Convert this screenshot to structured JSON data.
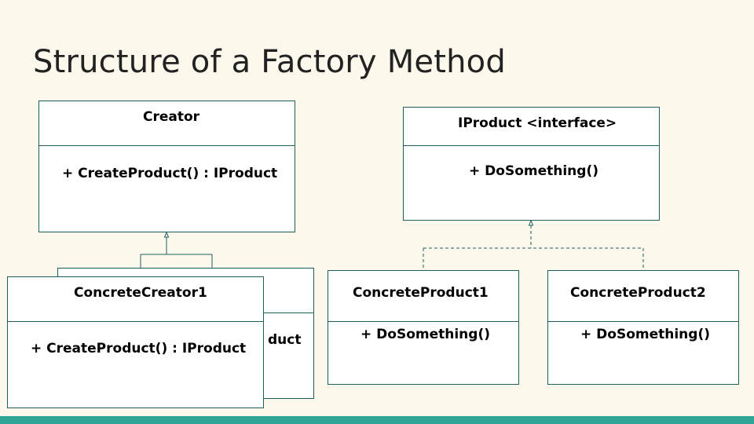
{
  "slide": {
    "title": "Structure of a Factory Method"
  },
  "creator": {
    "name": "Creator",
    "operation": "+ CreateProduct() : IProduct"
  },
  "concrete_creator_back": {
    "operation_fragment": "duct"
  },
  "concrete_creator1": {
    "name": "ConcreteCreator1",
    "operation": "+ CreateProduct() : IProduct"
  },
  "iproduct": {
    "name": "IProduct <interface>",
    "operation": "+ DoSomething()"
  },
  "concrete_product1": {
    "name": "ConcreteProduct1",
    "operation": "+ DoSomething()"
  },
  "concrete_product2": {
    "name": "ConcreteProduct2",
    "operation": "+ DoSomething()"
  },
  "colors": {
    "background": "#fdf8ec",
    "border": "#1f5f5b",
    "footer_bar": "#2ea597"
  }
}
